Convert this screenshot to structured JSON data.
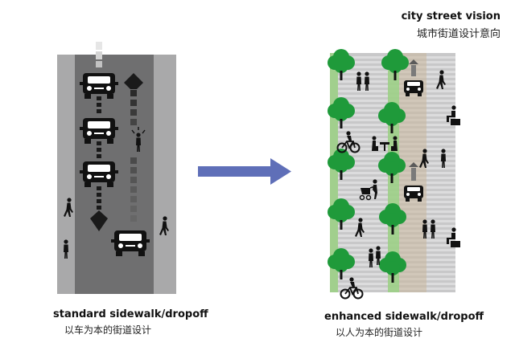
{
  "header": {
    "title_en": "city street vision",
    "title_zh": "城市街道设计意向"
  },
  "left_panel": {
    "caption_en": "standard sidewalk/dropoff",
    "caption_zh": "以车为本的街道设计"
  },
  "right_panel": {
    "caption_en": "enhanced sidewalk/dropoff",
    "caption_zh": "以人为本的街道设计"
  },
  "colors": {
    "arrow": "#5f6fb8",
    "tree": "#1f9a3a",
    "green_strip": "#9ccf86",
    "road_dark": "#6f6f70",
    "road_light": "#a9a9aa"
  }
}
